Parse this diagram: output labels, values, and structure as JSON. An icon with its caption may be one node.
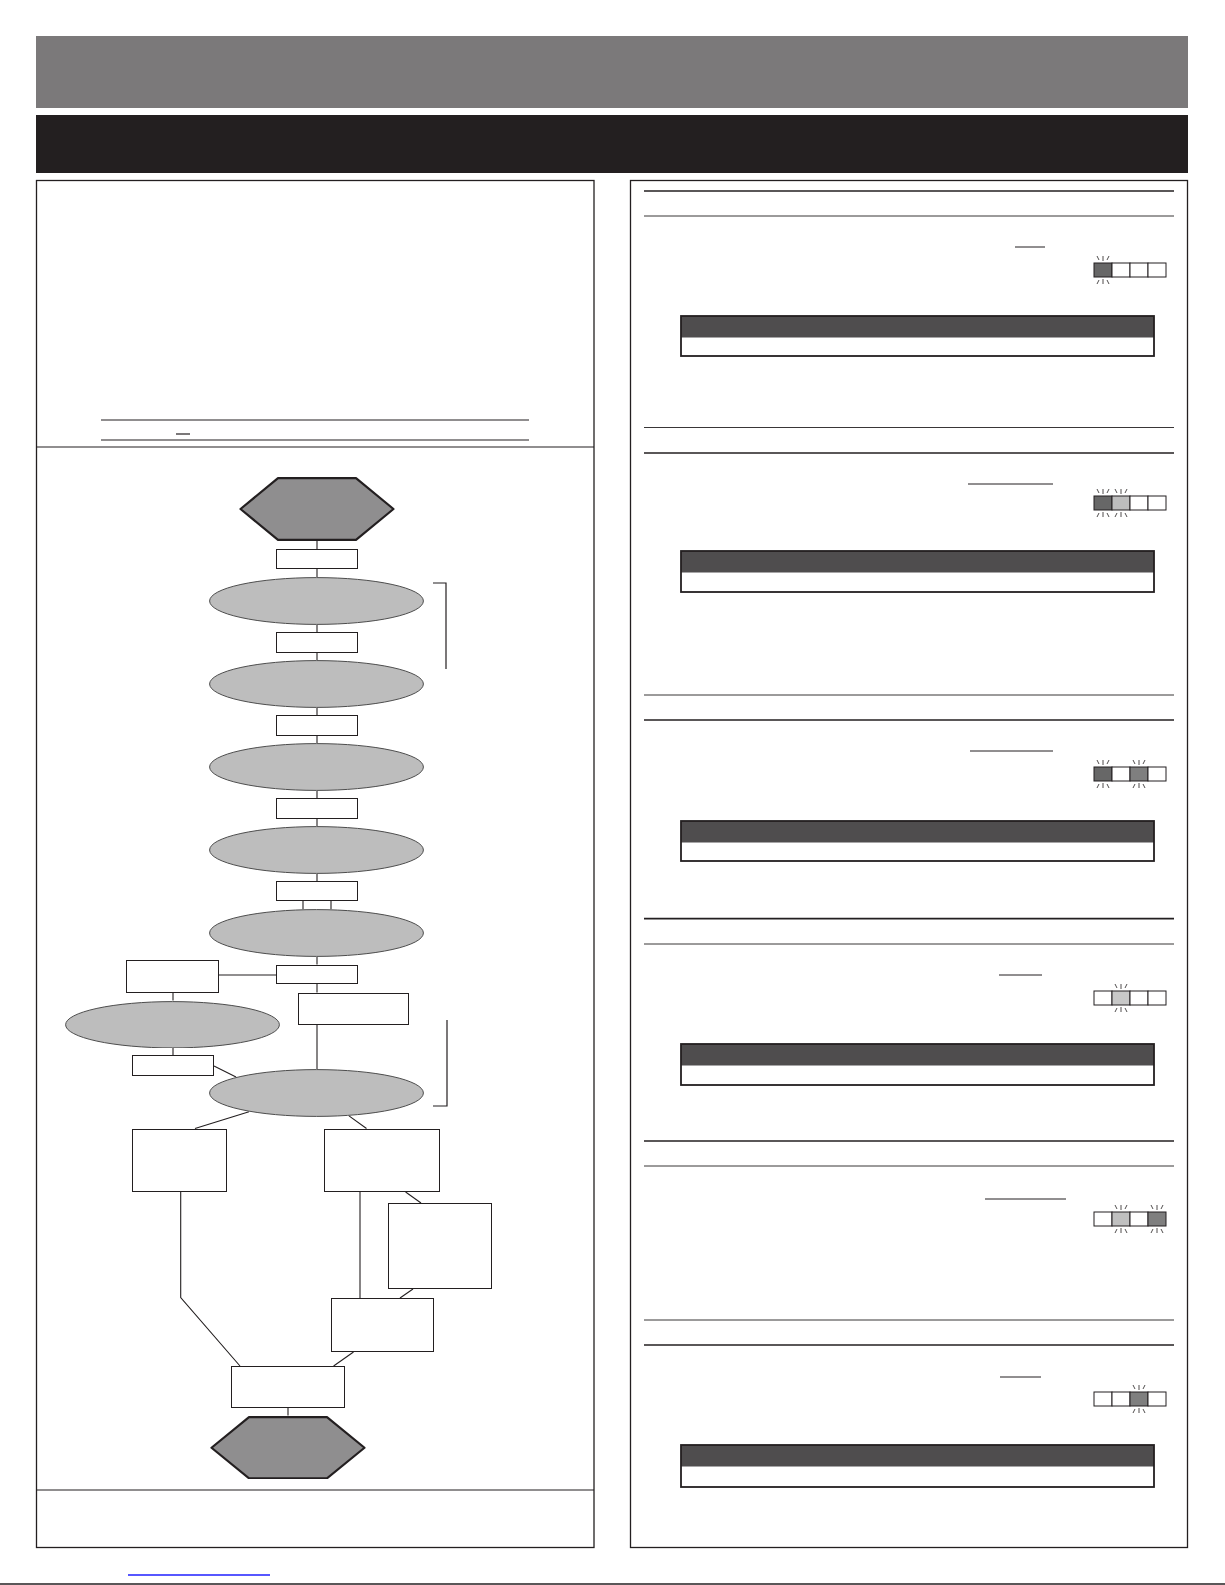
{
  "diagram": {
    "nodes": [
      {
        "text": [],
        "shape": "hexagon"
      },
      {
        "text": [],
        "shape": "box"
      },
      {
        "text": [],
        "shape": "ellipse"
      },
      {
        "text": [],
        "shape": "box"
      },
      {
        "text": [],
        "shape": "ellipse"
      },
      {
        "text": [],
        "shape": "box"
      },
      {
        "text": [],
        "shape": "ellipse"
      },
      {
        "text": [],
        "shape": "box"
      },
      {
        "text": [],
        "shape": "ellipse"
      },
      {
        "text": [],
        "shape": "box"
      },
      {
        "text": [],
        "shape": "ellipse"
      },
      {
        "text": [],
        "shape": "box"
      },
      {
        "text": [],
        "shape": "box"
      },
      {
        "text": [],
        "shape": "box"
      },
      {
        "text": [],
        "shape": "ellipse"
      },
      {
        "text": [],
        "shape": "box"
      },
      {
        "text": [],
        "shape": "ellipse"
      },
      {
        "text": [],
        "shape": "box"
      },
      {
        "text": [],
        "shape": "box"
      },
      {
        "text": [],
        "shape": "box"
      },
      {
        "text": [],
        "shape": "box"
      },
      {
        "text": [],
        "shape": "box"
      },
      {
        "text": [],
        "shape": "hexagon"
      }
    ],
    "edges": [
      {
        "from": 0,
        "to": 1,
        "arrow": "none"
      },
      {
        "from": 1,
        "to": 2,
        "arrow": "none"
      },
      {
        "from": 2,
        "to": 3,
        "arrow": "none"
      },
      {
        "from": 3,
        "to": 4,
        "arrow": "none"
      },
      {
        "from": 4,
        "to": 5,
        "arrow": "none"
      },
      {
        "from": 5,
        "to": 6,
        "arrow": "none"
      },
      {
        "from": 6,
        "to": 7,
        "arrow": "none"
      },
      {
        "from": 7,
        "to": 8,
        "arrow": "none"
      },
      {
        "from": 8,
        "to": 9,
        "arrow": "none"
      },
      {
        "from": 9,
        "to": 10,
        "arrow": "none"
      },
      {
        "from": 9,
        "to": 10,
        "arrow": "none"
      },
      {
        "from": 10,
        "to": 12,
        "arrow": "none"
      },
      {
        "from": 12,
        "to": 11,
        "arrow": "none"
      },
      {
        "from": 12,
        "to": 13,
        "arrow": "none"
      },
      {
        "from": 11,
        "to": 14,
        "arrow": "none"
      },
      {
        "from": 14,
        "to": 15,
        "arrow": "none"
      },
      {
        "from": 15,
        "to": 16,
        "arrow": "none"
      },
      {
        "from": 13,
        "to": 16,
        "arrow": "none"
      },
      {
        "from": 16,
        "to": 17,
        "arrow": "none"
      },
      {
        "from": 16,
        "to": 18,
        "arrow": "none"
      },
      {
        "from": 18,
        "to": 19,
        "arrow": "none"
      },
      {
        "from": 18,
        "to": 20,
        "arrow": "none"
      },
      {
        "from": 19,
        "to": 20,
        "arrow": "none"
      },
      {
        "from": 17,
        "to": 21,
        "arrow": "none"
      },
      {
        "from": 20,
        "to": 21,
        "arrow": "none"
      },
      {
        "from": 21,
        "to": 22,
        "arrow": "none"
      }
    ]
  }
}
